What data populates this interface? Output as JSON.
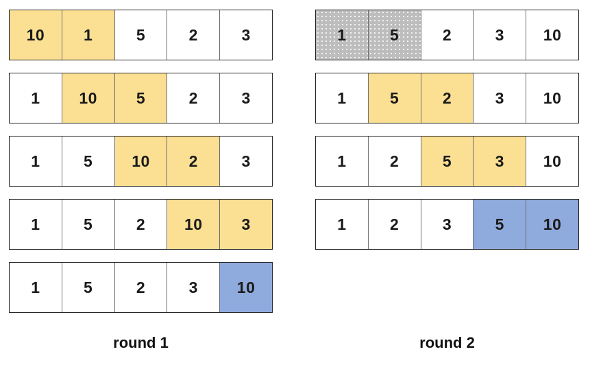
{
  "diagram": {
    "description_colors": {
      "compare_highlight": "#FBDF93",
      "sorted_highlight": "#8FAADC",
      "no_swap_highlight": "#BDBDBD",
      "cell_border": "#262626",
      "text": "#1A1A1A"
    },
    "rounds": [
      {
        "label": "round 1",
        "rows": [
          {
            "values": [
              "10",
              "1",
              "5",
              "2",
              "3"
            ],
            "cell_styles": [
              "yellow",
              "yellow",
              "",
              "",
              ""
            ]
          },
          {
            "values": [
              "1",
              "10",
              "5",
              "2",
              "3"
            ],
            "cell_styles": [
              "",
              "yellow",
              "yellow",
              "",
              ""
            ]
          },
          {
            "values": [
              "1",
              "5",
              "10",
              "2",
              "3"
            ],
            "cell_styles": [
              "",
              "",
              "yellow",
              "yellow",
              ""
            ]
          },
          {
            "values": [
              "1",
              "5",
              "2",
              "10",
              "3"
            ],
            "cell_styles": [
              "",
              "",
              "",
              "yellow",
              "yellow"
            ]
          },
          {
            "values": [
              "1",
              "5",
              "2",
              "3",
              "10"
            ],
            "cell_styles": [
              "",
              "",
              "",
              "",
              "blue"
            ]
          }
        ]
      },
      {
        "label": "round 2",
        "rows": [
          {
            "values": [
              "1",
              "5",
              "2",
              "3",
              "10"
            ],
            "cell_styles": [
              "gray",
              "gray",
              "",
              "",
              ""
            ]
          },
          {
            "values": [
              "1",
              "5",
              "2",
              "3",
              "10"
            ],
            "cell_styles": [
              "",
              "yellow",
              "yellow",
              "",
              ""
            ]
          },
          {
            "values": [
              "1",
              "2",
              "5",
              "3",
              "10"
            ],
            "cell_styles": [
              "",
              "",
              "yellow",
              "yellow",
              ""
            ]
          },
          {
            "values": [
              "1",
              "2",
              "3",
              "5",
              "10"
            ],
            "cell_styles": [
              "",
              "",
              ", ",
              "",
              ""
            ]
          }
        ]
      }
    ]
  }
}
